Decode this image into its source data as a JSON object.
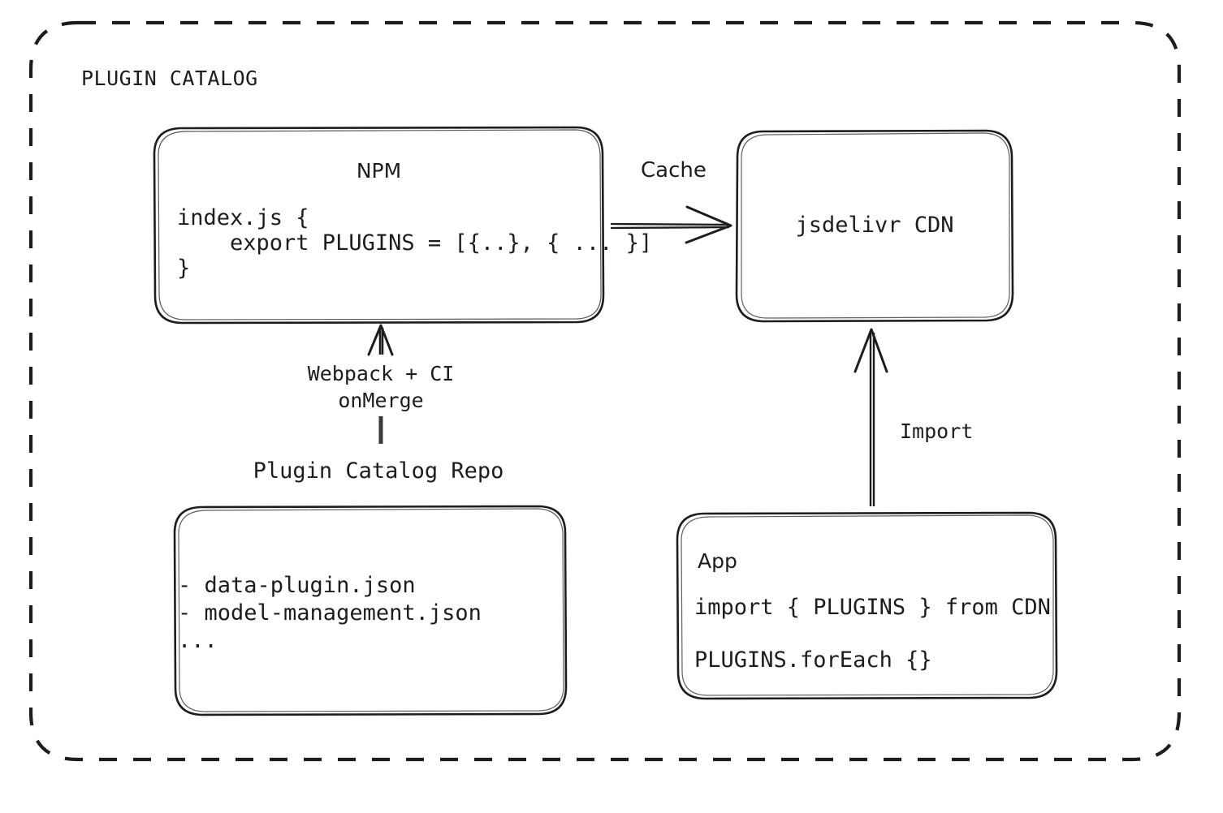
{
  "diagram": {
    "group": {
      "title": "PLUGIN CATALOG",
      "border_style": "dashed",
      "border_color": "#1d1d1d"
    },
    "nodes": {
      "npm": {
        "title": "NPM",
        "code_line_1": "index.js {",
        "code_line_2": "    export PLUGINS = [{..}, { ... }]",
        "code_line_3": "}"
      },
      "cdn": {
        "title": "jsdelivr CDN"
      },
      "repo": {
        "caption": "Plugin Catalog Repo",
        "file_1": "- data-plugin.json",
        "file_2": "- model-management.json",
        "file_3": "..."
      },
      "app": {
        "title": "App",
        "code_line_1": "import { PLUGINS } from CDN",
        "code_line_2": "PLUGINS.forEach {}"
      }
    },
    "edges": {
      "cache": {
        "label": "Cache",
        "from": "npm",
        "to": "cdn",
        "direction": "right"
      },
      "build": {
        "label_line_1": "Webpack + CI",
        "label_line_2": "onMerge",
        "from": "repo",
        "to": "npm",
        "direction": "up"
      },
      "import": {
        "label": "Import",
        "from": "app",
        "to": "cdn",
        "direction": "up"
      }
    },
    "colors": {
      "stroke": "#1d1d1d",
      "background": "#ffffff",
      "text": "#1d1d1d"
    }
  }
}
